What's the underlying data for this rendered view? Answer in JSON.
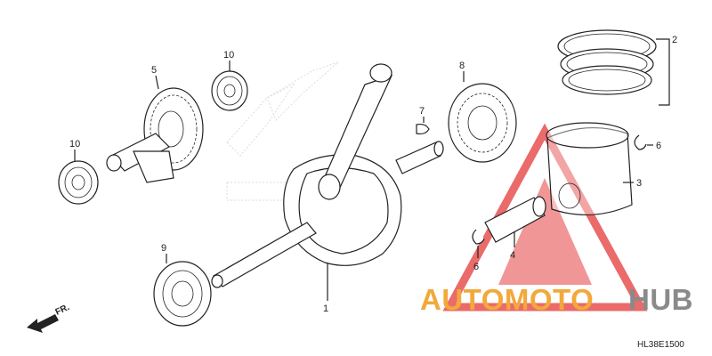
{
  "callouts": {
    "c1": "1",
    "c2": "2",
    "c3": "3",
    "c4": "4",
    "c5": "5",
    "c6a": "6",
    "c6b": "6",
    "c7": "7",
    "c8": "8",
    "c9": "9",
    "c10a": "10",
    "c10b": "10"
  },
  "direction_label": "FR.",
  "diagram_code": "HL38E1500",
  "watermark": {
    "part1": "AUTOMOTO",
    "part2": "HUB",
    "color_primary": "#f2a93b",
    "color_secondary": "#8a8a8a",
    "triangle_color": "#e85050"
  }
}
